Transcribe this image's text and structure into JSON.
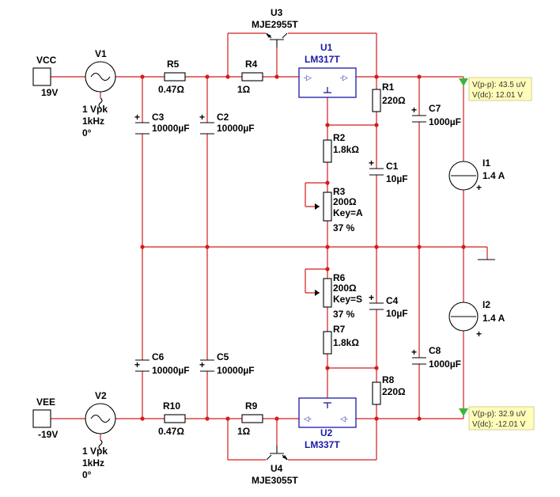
{
  "colors": {
    "wire": "#d31d1d",
    "ic_label": "#1a1aa8",
    "probe_bg": "#fffdb8",
    "probe_marker": "#3cb43c"
  },
  "sources": {
    "vcc": {
      "name": "VCC",
      "value": "19V"
    },
    "vee": {
      "name": "VEE",
      "value": "-19V"
    }
  },
  "ac_sources": {
    "v1": {
      "name": "V1",
      "line1": "1 Vpk",
      "line2": "1kHz",
      "line3": "0°"
    },
    "v2": {
      "name": "V2",
      "line1": "1 Vpk",
      "line2": "1kHz",
      "line3": "0°"
    }
  },
  "transistors": {
    "u3": {
      "name": "U3",
      "part": "MJE2955T"
    },
    "u4": {
      "name": "U4",
      "part": "MJE3055T"
    }
  },
  "regulators": {
    "u1": {
      "name": "U1",
      "part": "LM317T"
    },
    "u2": {
      "name": "U2",
      "part": "LM337T"
    }
  },
  "resistors": {
    "r5": {
      "name": "R5",
      "value": "0.47Ω"
    },
    "r4": {
      "name": "R4",
      "value": "1Ω"
    },
    "r1": {
      "name": "R1",
      "value": "220Ω"
    },
    "r2": {
      "name": "R2",
      "value": "1.8kΩ"
    },
    "r10": {
      "name": "R10",
      "value": "0.47Ω"
    },
    "r9": {
      "name": "R9",
      "value": "1Ω"
    },
    "r8": {
      "name": "R8",
      "value": "220Ω"
    },
    "r7": {
      "name": "R7",
      "value": "1.8kΩ"
    }
  },
  "potentiometers": {
    "r3": {
      "name": "R3",
      "value": "200Ω",
      "key": "Key=A",
      "percent": "37 %"
    },
    "r6": {
      "name": "R6",
      "value": "200Ω",
      "key": "Key=S",
      "percent": "37 %"
    }
  },
  "capacitors": {
    "c3": {
      "name": "C3",
      "value": "10000µF"
    },
    "c2": {
      "name": "C2",
      "value": "10000µF"
    },
    "c7": {
      "name": "C7",
      "value": "1000µF"
    },
    "c1": {
      "name": "C1",
      "value": "10µF"
    },
    "c6": {
      "name": "C6",
      "value": "10000µF"
    },
    "c5": {
      "name": "C5",
      "value": "10000µF"
    },
    "c8": {
      "name": "C8",
      "value": "1000µF"
    },
    "c4": {
      "name": "C4",
      "value": "10µF"
    }
  },
  "current_sources": {
    "i1": {
      "name": "I1",
      "value": "1.4 A"
    },
    "i2": {
      "name": "I2",
      "value": "1.4 A"
    }
  },
  "probes": {
    "top": {
      "vpp": "V(p-p): 43.5 uV",
      "vdc": "V(dc): 12.01 V"
    },
    "bottom": {
      "vpp": "V(p-p): 32.9 uV",
      "vdc": "V(dc): -12.01 V"
    }
  },
  "symbols": {
    "plus": "+"
  }
}
